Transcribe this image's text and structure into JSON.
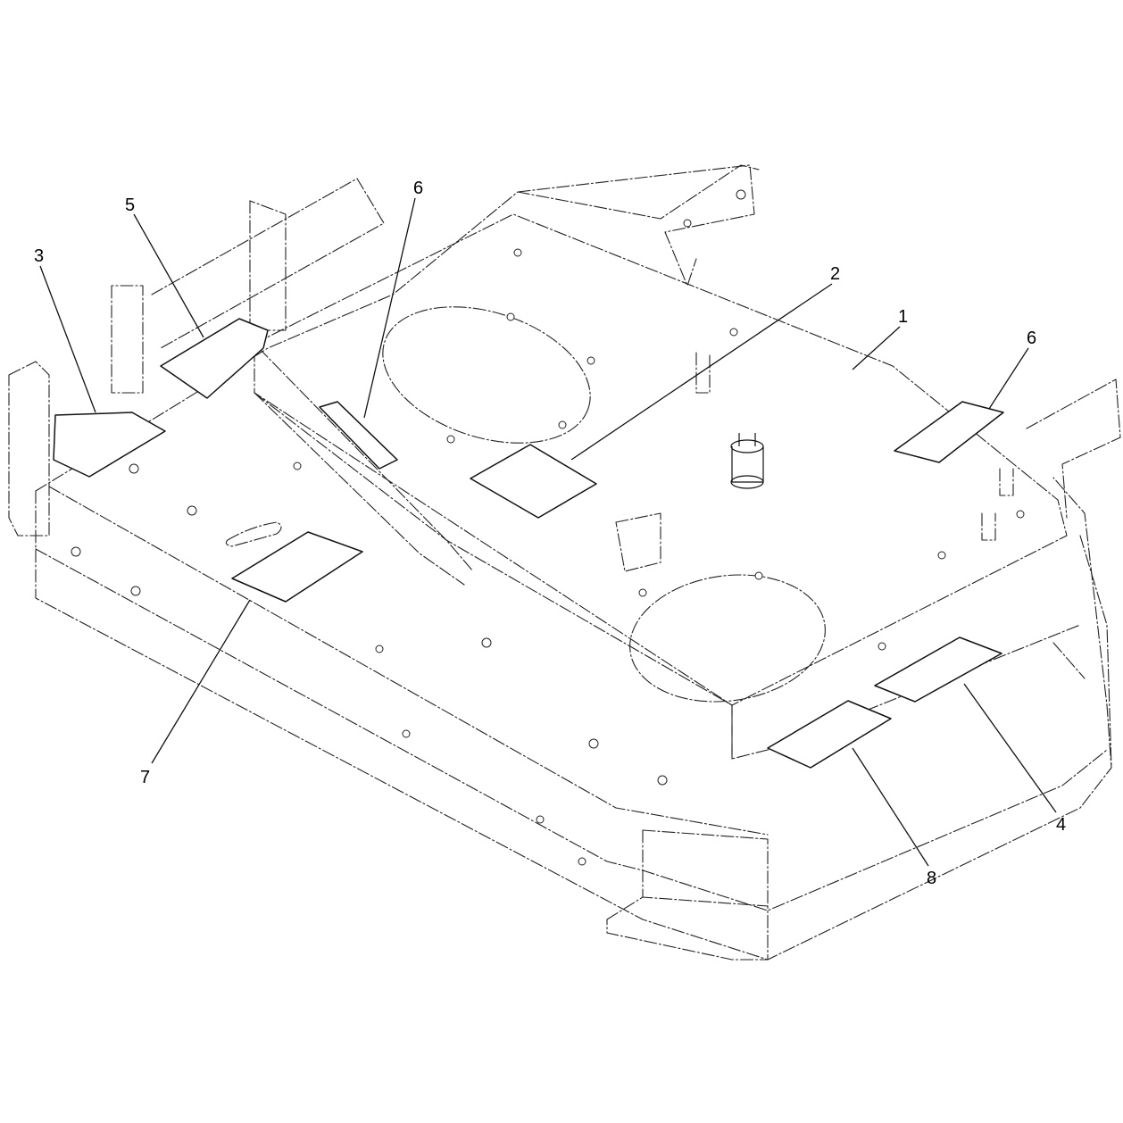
{
  "callouts": [
    {
      "id": "c1",
      "label": "1"
    },
    {
      "id": "c2",
      "label": "2"
    },
    {
      "id": "c3",
      "label": "3"
    },
    {
      "id": "c4",
      "label": "4"
    },
    {
      "id": "c5",
      "label": "5"
    },
    {
      "id": "c6a",
      "label": "6"
    },
    {
      "id": "c6b",
      "label": "6"
    },
    {
      "id": "c7",
      "label": "7"
    },
    {
      "id": "c8",
      "label": "8"
    }
  ]
}
